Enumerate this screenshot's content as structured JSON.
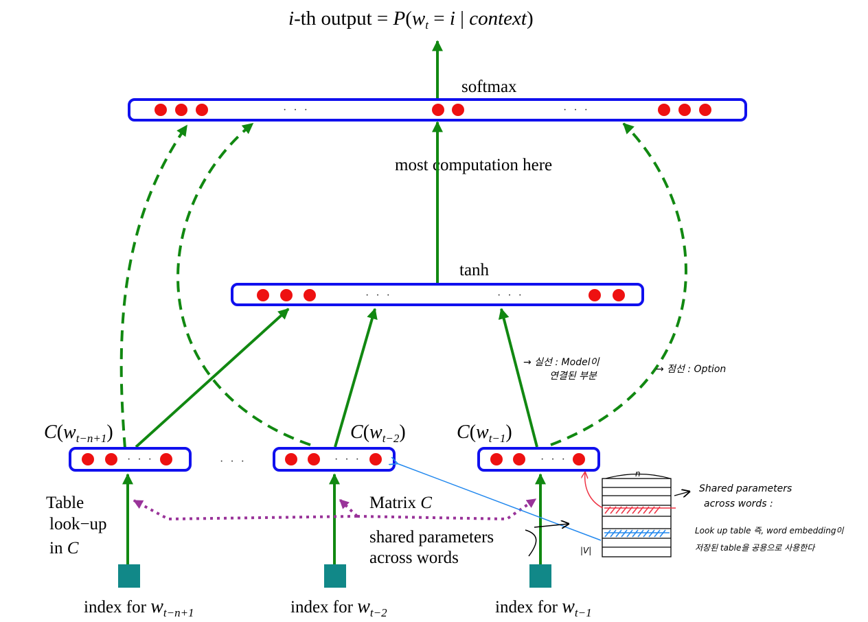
{
  "labels": {
    "output_prefix": "i",
    "output_mid": "-th output = ",
    "output_p": "P",
    "output_open": "(",
    "output_w": "w",
    "output_w_sub": "t",
    "output_eq": " = ",
    "output_i": "i",
    "output_bar": " | ",
    "output_context": "context",
    "output_close": ")",
    "softmax": "softmax",
    "computation": "most  computation here",
    "tanh": "tanh",
    "matrix_prefix": "Matrix ",
    "matrix_c": "C",
    "shared_line1": "shared parameters",
    "shared_line2": "across words",
    "table_line1": "Table",
    "table_line2": "look−up",
    "table_line3_prefix": "in ",
    "table_line3_c": "C",
    "ellipsis": "· · ·"
  },
  "embeddings": [
    {
      "c": "C",
      "open": "(",
      "w": "w",
      "sub": "t−n+1",
      "close": ")"
    },
    {
      "c": "C",
      "open": "(",
      "w": "w",
      "sub": "t−2",
      "close": ")"
    },
    {
      "c": "C",
      "open": "(",
      "w": "w",
      "sub": "t−1",
      "close": ")"
    }
  ],
  "indices": [
    {
      "prefix": "index for ",
      "w": "w",
      "sub": "t−n+1"
    },
    {
      "prefix": "index for ",
      "w": "w",
      "sub": "t−2"
    },
    {
      "prefix": "index for ",
      "w": "w",
      "sub": "t−1"
    }
  ],
  "annotations": {
    "solid_line": "→ 실선 : Model이",
    "solid_line2": "연결된 부분",
    "dashed_line": "→ 점선 : Option",
    "shared_params1": "Shared parameters",
    "shared_params2": "across words :",
    "lookup_note1": "Look up table 즉, word embedding이",
    "lookup_note2": "저장된 table을 공용으로 사용한다",
    "table_n": "n",
    "table_v": "|V|"
  },
  "colors": {
    "layer_border": "#1010ee",
    "neuron": "#ee1111",
    "arrow": "#118811",
    "shared_dotted": "#993399",
    "index_box": "#118888",
    "annot_blue": "#2288ee",
    "annot_red": "#ee3344"
  }
}
